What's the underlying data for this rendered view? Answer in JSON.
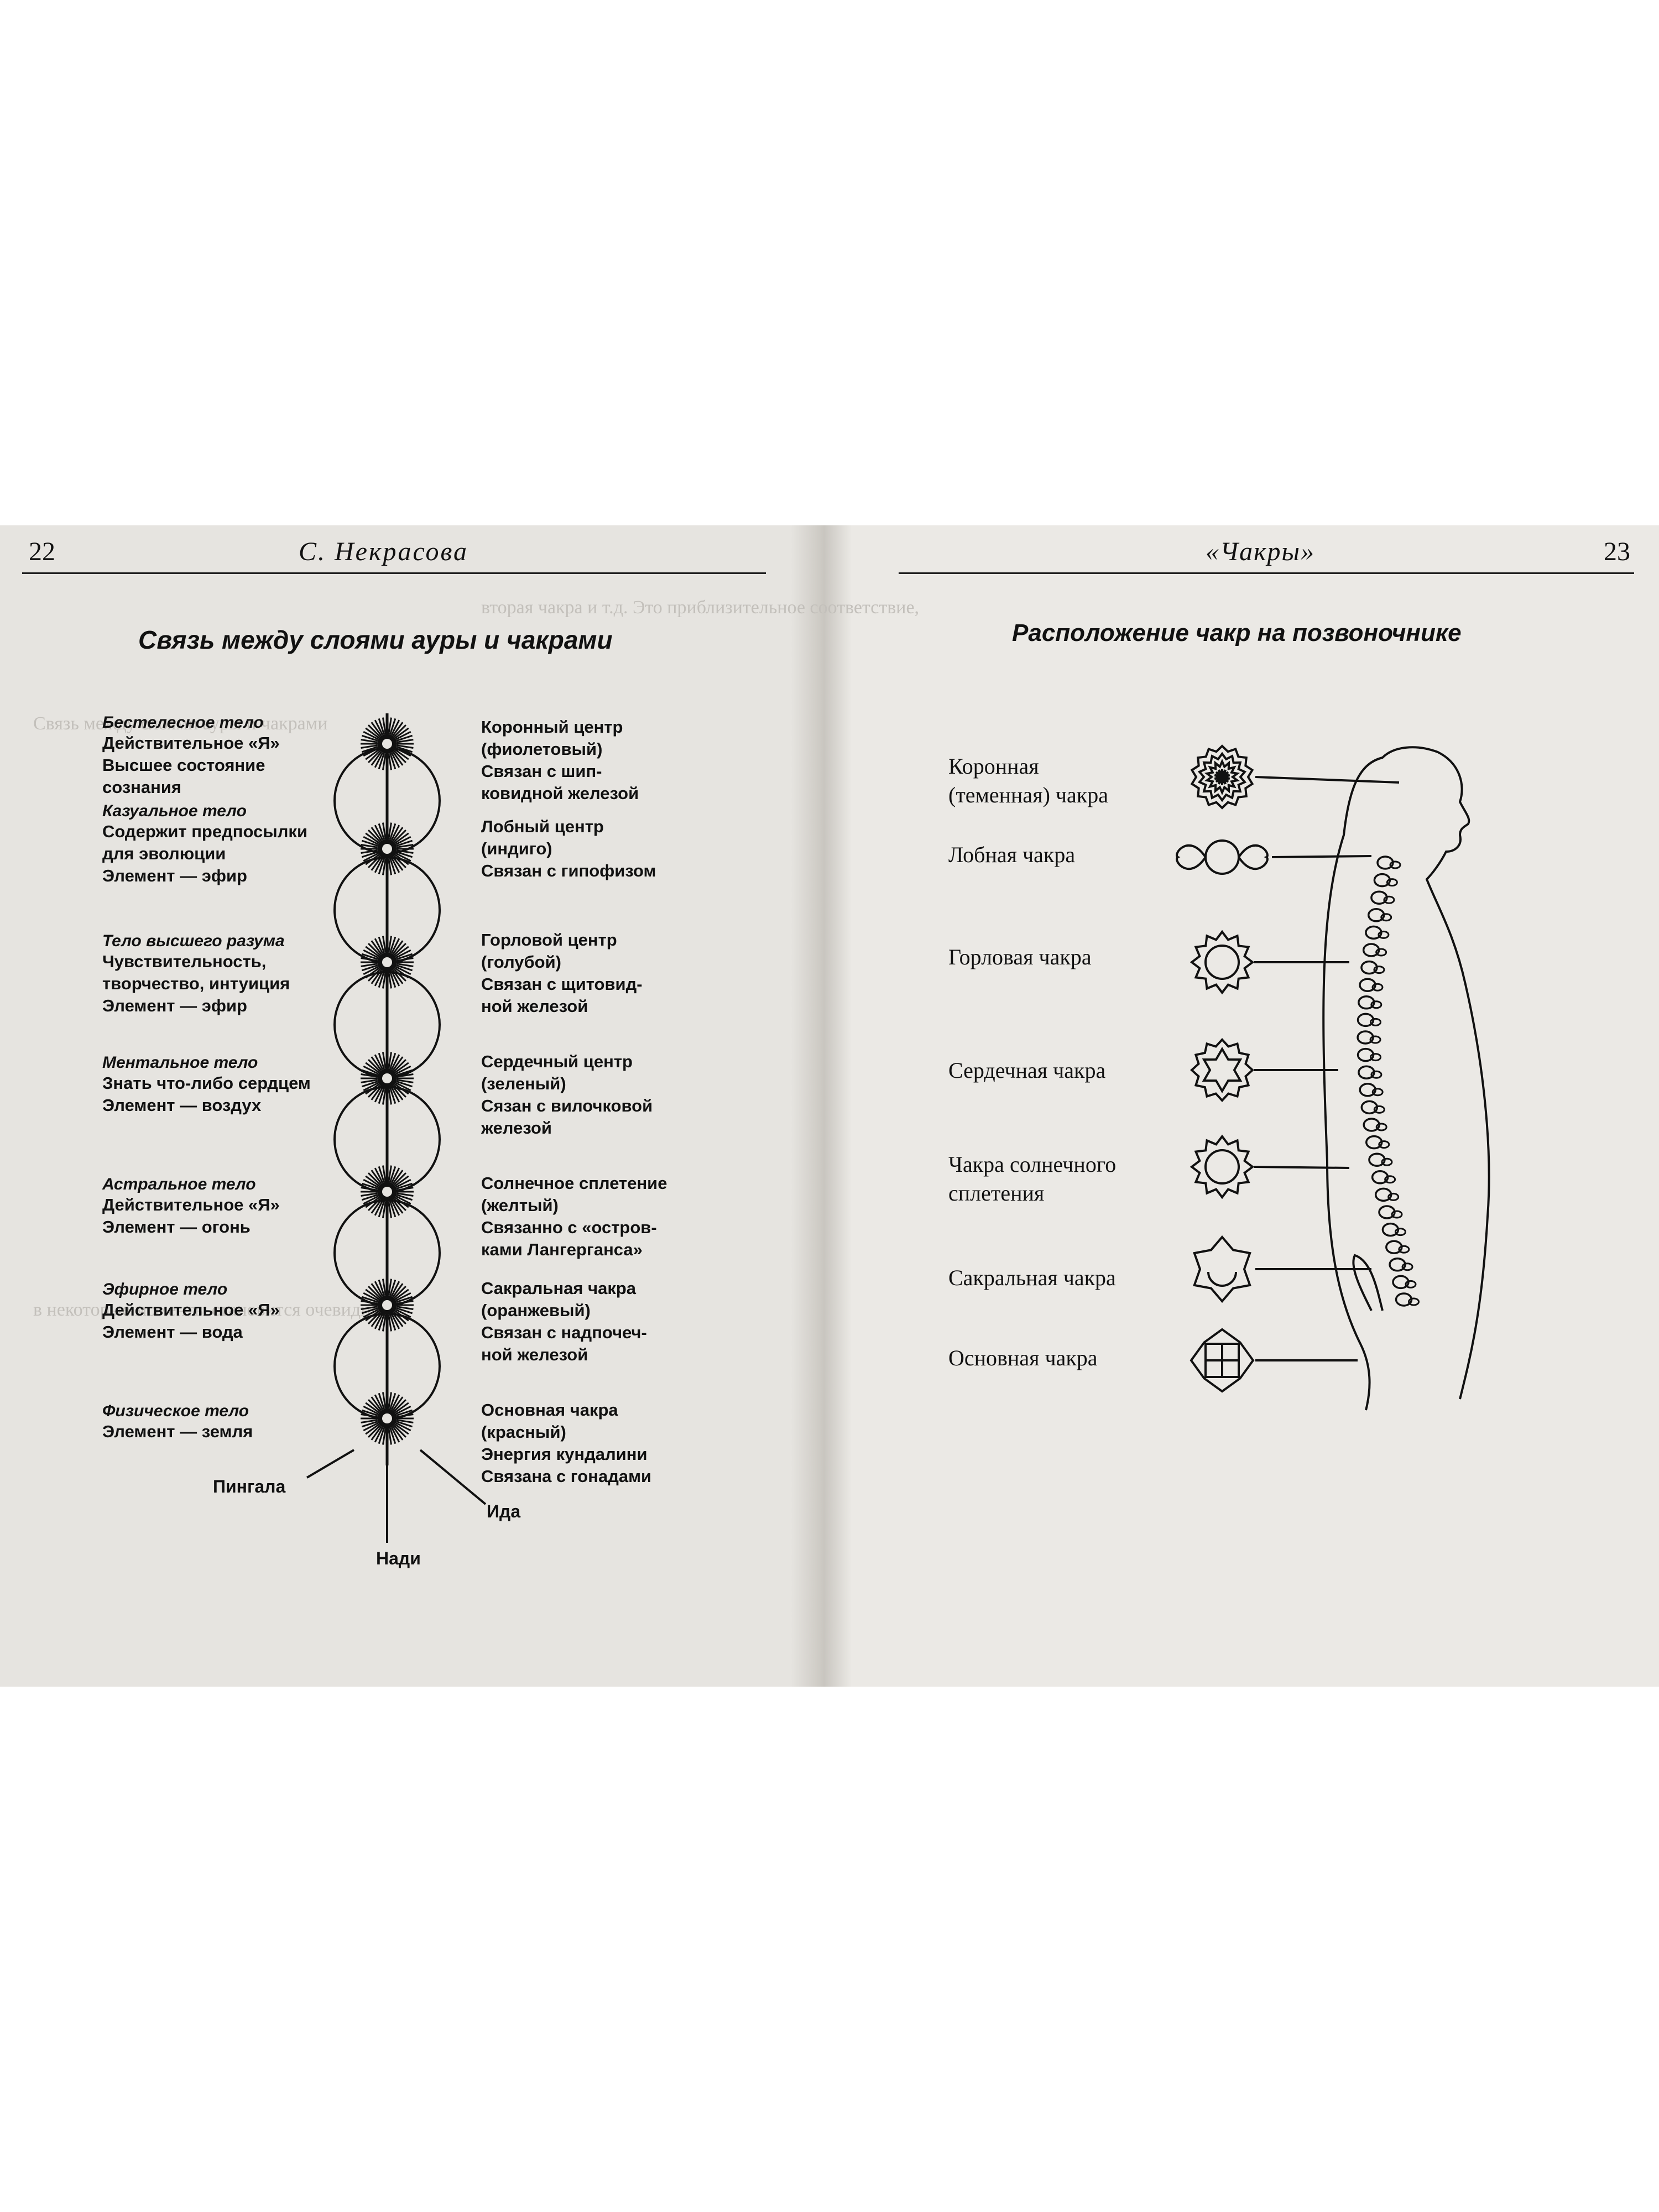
{
  "left_page": {
    "page_number": "22",
    "author": "С. Некрасова",
    "figure_title": "Связь между слоями ауры и чакрами",
    "layers": [
      {
        "name": "Бестелесное тело",
        "lines": [
          "Действительное «Я»",
          "Высшее состояние",
          "сознания"
        ]
      },
      {
        "name": "Казуальное тело",
        "lines": [
          "Содержит предпосылки",
          "для эволюции",
          "Элемент — эфир"
        ]
      },
      {
        "name": "Тело высшего разума",
        "lines": [
          "Чувствительность,",
          "творчество, интуиция",
          "Элемент — эфир"
        ]
      },
      {
        "name": "Ментальное тело",
        "lines": [
          "Знать что-либо сердцем",
          "Элемент — воздух"
        ]
      },
      {
        "name": "Астральное тело",
        "lines": [
          "Действительное «Я»",
          "Элемент — огонь"
        ]
      },
      {
        "name": "Эфирное тело",
        "lines": [
          "Действительное «Я»",
          "Элемент — вода"
        ]
      },
      {
        "name": "Физическое тело",
        "lines": [
          "Элемент — земля"
        ]
      }
    ],
    "centers": [
      {
        "lines": [
          "Коронный центр",
          "(фиолетовый)",
          "Связан с шип-",
          "ковидной железой"
        ]
      },
      {
        "lines": [
          "Лобный центр",
          "(индиго)",
          "Связан с гипофизом"
        ]
      },
      {
        "lines": [
          "Горловой центр",
          "(голубой)",
          "Связан с щитовид-",
          "ной железой"
        ]
      },
      {
        "lines": [
          "Сердечный центр",
          "(зеленый)",
          "Сязан с вилочковой",
          "железой"
        ]
      },
      {
        "lines": [
          "Солнечное сплетение",
          "(желтый)",
          "Связанно с «остров-",
          "ками Лангерганса»"
        ]
      },
      {
        "lines": [
          "Сакральная чакра",
          "(оранжевый)",
          "Связан с надпочеч-",
          "ной железой"
        ]
      },
      {
        "lines": [
          "Основная чакра",
          "(красный)",
          "Энергия кундалини",
          "Связана с гонадами"
        ]
      }
    ],
    "channels": {
      "left": "Пингала",
      "right": "Ида",
      "bottom": "Нади"
    }
  },
  "right_page": {
    "running_title": "«Чакры»",
    "page_number": "23",
    "figure_title": "Расположение чакр на позвоночнике",
    "chakras": [
      {
        "label": [
          "Коронная",
          "(теменная) чакра"
        ],
        "icon": "lotus-icon"
      },
      {
        "label": [
          "Лобная чакра"
        ],
        "icon": "ajna-icon"
      },
      {
        "label": [
          "Горловая чакра"
        ],
        "icon": "star-icon"
      },
      {
        "label": [
          "Сердечная чакра"
        ],
        "icon": "hexagram-icon"
      },
      {
        "label": [
          "Чакра солнечного",
          "сплетения"
        ],
        "icon": "star-icon"
      },
      {
        "label": [
          "Сакральная чакра"
        ],
        "icon": "crescent-icon"
      },
      {
        "label": [
          "Основная чакра"
        ],
        "icon": "square-icon"
      }
    ]
  }
}
